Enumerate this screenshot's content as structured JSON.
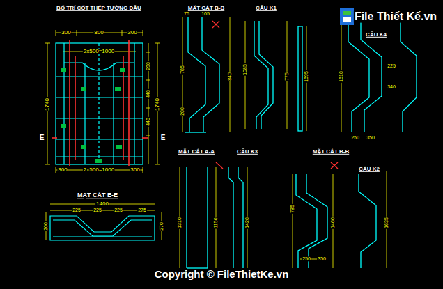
{
  "diagram": {
    "labels": [
      "BỐ TRÍ CỐT THÉP TƯỜNG ĐẦU",
      "300",
      "800",
      "300",
      "2x500=1000",
      "1740",
      "1740",
      "290",
      "440",
      "440",
      "300",
      "2x500=1000",
      "300",
      "E",
      "E",
      "MẶT CẮT E-E",
      "1400",
      "225",
      "225",
      "225",
      "275",
      "270",
      "200",
      "MẶT CẮT B-B",
      "CẤU K1",
      "CẤU K4",
      "75",
      "105",
      "785",
      "840",
      "200",
      "1085",
      "775",
      "1695",
      "1610",
      "225",
      "340",
      "250",
      "350",
      "MẶT CẮT A-A",
      "CẤU K3",
      "MẶT CẮT B-B",
      "CẤU K2",
      "1310",
      "1150",
      "1420",
      "785",
      "1460",
      "250",
      "350",
      "1635",
      "Copyright © FileThietKe.vn",
      "File Thiết Kế.vn"
    ]
  }
}
